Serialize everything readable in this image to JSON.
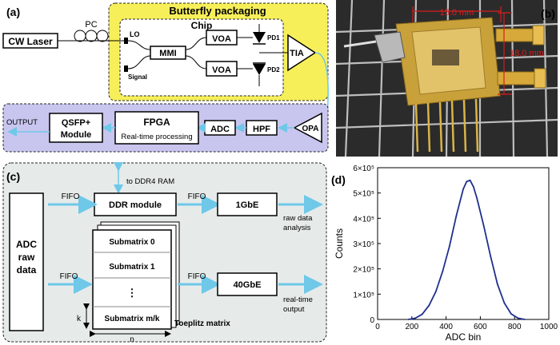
{
  "panels": {
    "a": "(a)",
    "b": "(b)",
    "c": "(c)",
    "d": "(d)"
  },
  "panel_a": {
    "butterfly_title": "Butterfly packaging",
    "chip_title": "Chip",
    "cw_laser": "CW Laser",
    "pc": "PC",
    "lo": "LO",
    "signal": "Signal",
    "mmi": "MMI",
    "voa1": "VOA",
    "voa2": "VOA",
    "pd1": "PD1",
    "pd2": "PD2",
    "tia": "TIA",
    "output": "OUTPUT",
    "qsfp_line1": "QSFP+",
    "qsfp_line2": "Module",
    "fpga_title": "FPGA",
    "fpga_sub": "Real-time processing",
    "adc": "ADC",
    "hpf": "HPF",
    "opa": "OPA"
  },
  "panel_b": {
    "dim_width": "15.0 mm",
    "dim_height": "18.0 mm"
  },
  "panel_c": {
    "ram": "to DDR4 RAM",
    "fifo1": "FIFO",
    "fifo2": "FIFO",
    "fifo3": "FIFO",
    "fifo4": "FIFO",
    "adc_line1": "ADC",
    "adc_line2": "raw",
    "adc_line3": "data",
    "ddr": "DDR module",
    "gbe1": "1GbE",
    "gbe40": "40GbE",
    "raw_line1": "raw data",
    "raw_line2": "analysis",
    "rt_line1": "real-time",
    "rt_line2": "output",
    "sub0": "Submatrix 0",
    "sub1": "Submatrix 1",
    "dots": "⋮",
    "subm": "Submatrix m/k",
    "toeplitz": "Toeplitz matrix",
    "k": "k",
    "n": "n"
  },
  "chart_data": {
    "type": "line",
    "xlabel": "ADC bin",
    "ylabel": "Counts",
    "xlim": [
      0,
      1000
    ],
    "ylim": [
      0,
      600000
    ],
    "xticks": [
      "0",
      "200",
      "400",
      "600",
      "800",
      "1000"
    ],
    "yticks": [
      "0",
      "1×10⁵",
      "2×10⁵",
      "3×10⁵",
      "4×10⁵",
      "5×10⁵",
      "6×10⁵"
    ],
    "series": [
      {
        "color": "#1f2f8f",
        "x": [
          180,
          220,
          260,
          300,
          340,
          380,
          420,
          460,
          500,
          520,
          540,
          560,
          580,
          620,
          660,
          700,
          740,
          780,
          820,
          860
        ],
        "y": [
          0,
          5000,
          20000,
          55000,
          110000,
          190000,
          290000,
          410000,
          515000,
          545000,
          550000,
          525000,
          480000,
          370000,
          250000,
          140000,
          65000,
          22000,
          5000,
          0
        ]
      }
    ],
    "grid": false
  },
  "colors": {
    "butterfly_fill": "#f7ef5a",
    "fpga_fill": "#c8c6ef",
    "processing_fill": "#e6ebea",
    "fiber": "#6fc8e8",
    "curve": "#1f2f8f"
  }
}
